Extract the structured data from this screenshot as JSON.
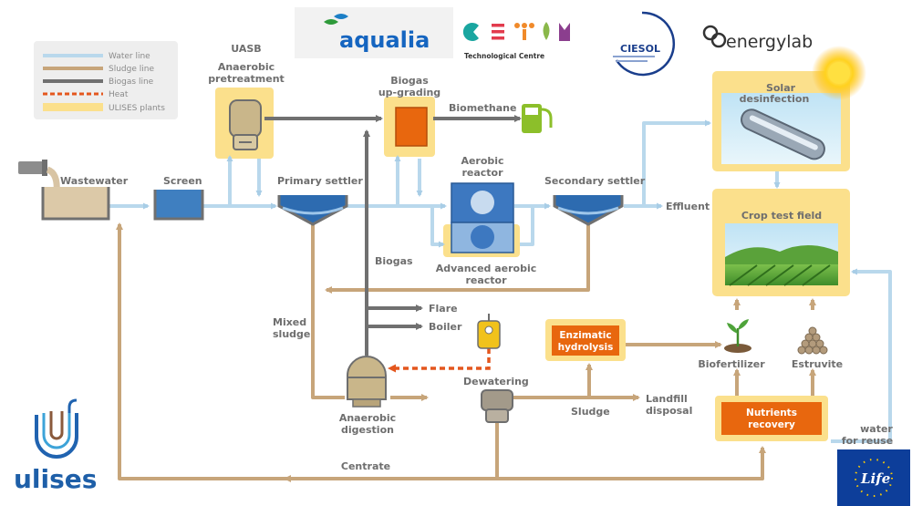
{
  "legend": {
    "water_line": "Water line",
    "sludge_line": "Sludge line",
    "biogas_line": "Biogas line",
    "heat": "Heat",
    "ulises_plants": "ULISES plants"
  },
  "logos": {
    "aqualia": "aqualia",
    "cetim_caption": "Technological Centre",
    "ciesol": "CIESOL",
    "energylab": "energylab",
    "ulises": "ulises",
    "life": "Life"
  },
  "labels": {
    "uasb": "UASB",
    "anaerobic_pretreatment_1": "Anaerobic",
    "anaerobic_pretreatment_2": "pretreatment",
    "biogas_upgrading_1": "Biogas",
    "biogas_upgrading_2": "up-grading",
    "biomethane": "Biomethane",
    "wastewater": "Wastewater",
    "screen": "Screen",
    "primary_settler": "Primary settler",
    "aerobic_reactor_1": "Aerobic",
    "aerobic_reactor_2": "reactor",
    "secondary_settler": "Secondary settler",
    "effluent": "Effluent",
    "advanced_aerobic_1": "Advanced aerobic",
    "advanced_aerobic_2": "reactor",
    "biogas": "Biogas",
    "solar_1": "Solar",
    "solar_2": "desinfection",
    "crop_test_field": "Crop test field",
    "flare": "Flare",
    "boiler": "Boiler",
    "mixed_sludge_1": "Mixed",
    "mixed_sludge_2": "sludge",
    "enzimatic_1": "Enzimatic",
    "enzimatic_2": "hydrolysis",
    "biofertilizer": "Biofertilizer",
    "estruvite": "Estruvite",
    "dewatering": "Dewatering",
    "anaerobic_digestion_1": "Anaerobic",
    "anaerobic_digestion_2": "digestion",
    "sludge": "Sludge",
    "landfill_1": "Landfill",
    "landfill_2": "disposal",
    "nutrients_1": "Nutrients",
    "nutrients_2": "recovery",
    "water_reuse_1": "water",
    "water_reuse_2": "for reuse",
    "centrate": "Centrate"
  },
  "colors": {
    "water": "#b9d8ec",
    "sludge": "#c7a57a",
    "biogas": "#707070",
    "heat": "#e4571e",
    "plant": "#fbe08c",
    "accent_orange": "#e8670e"
  }
}
